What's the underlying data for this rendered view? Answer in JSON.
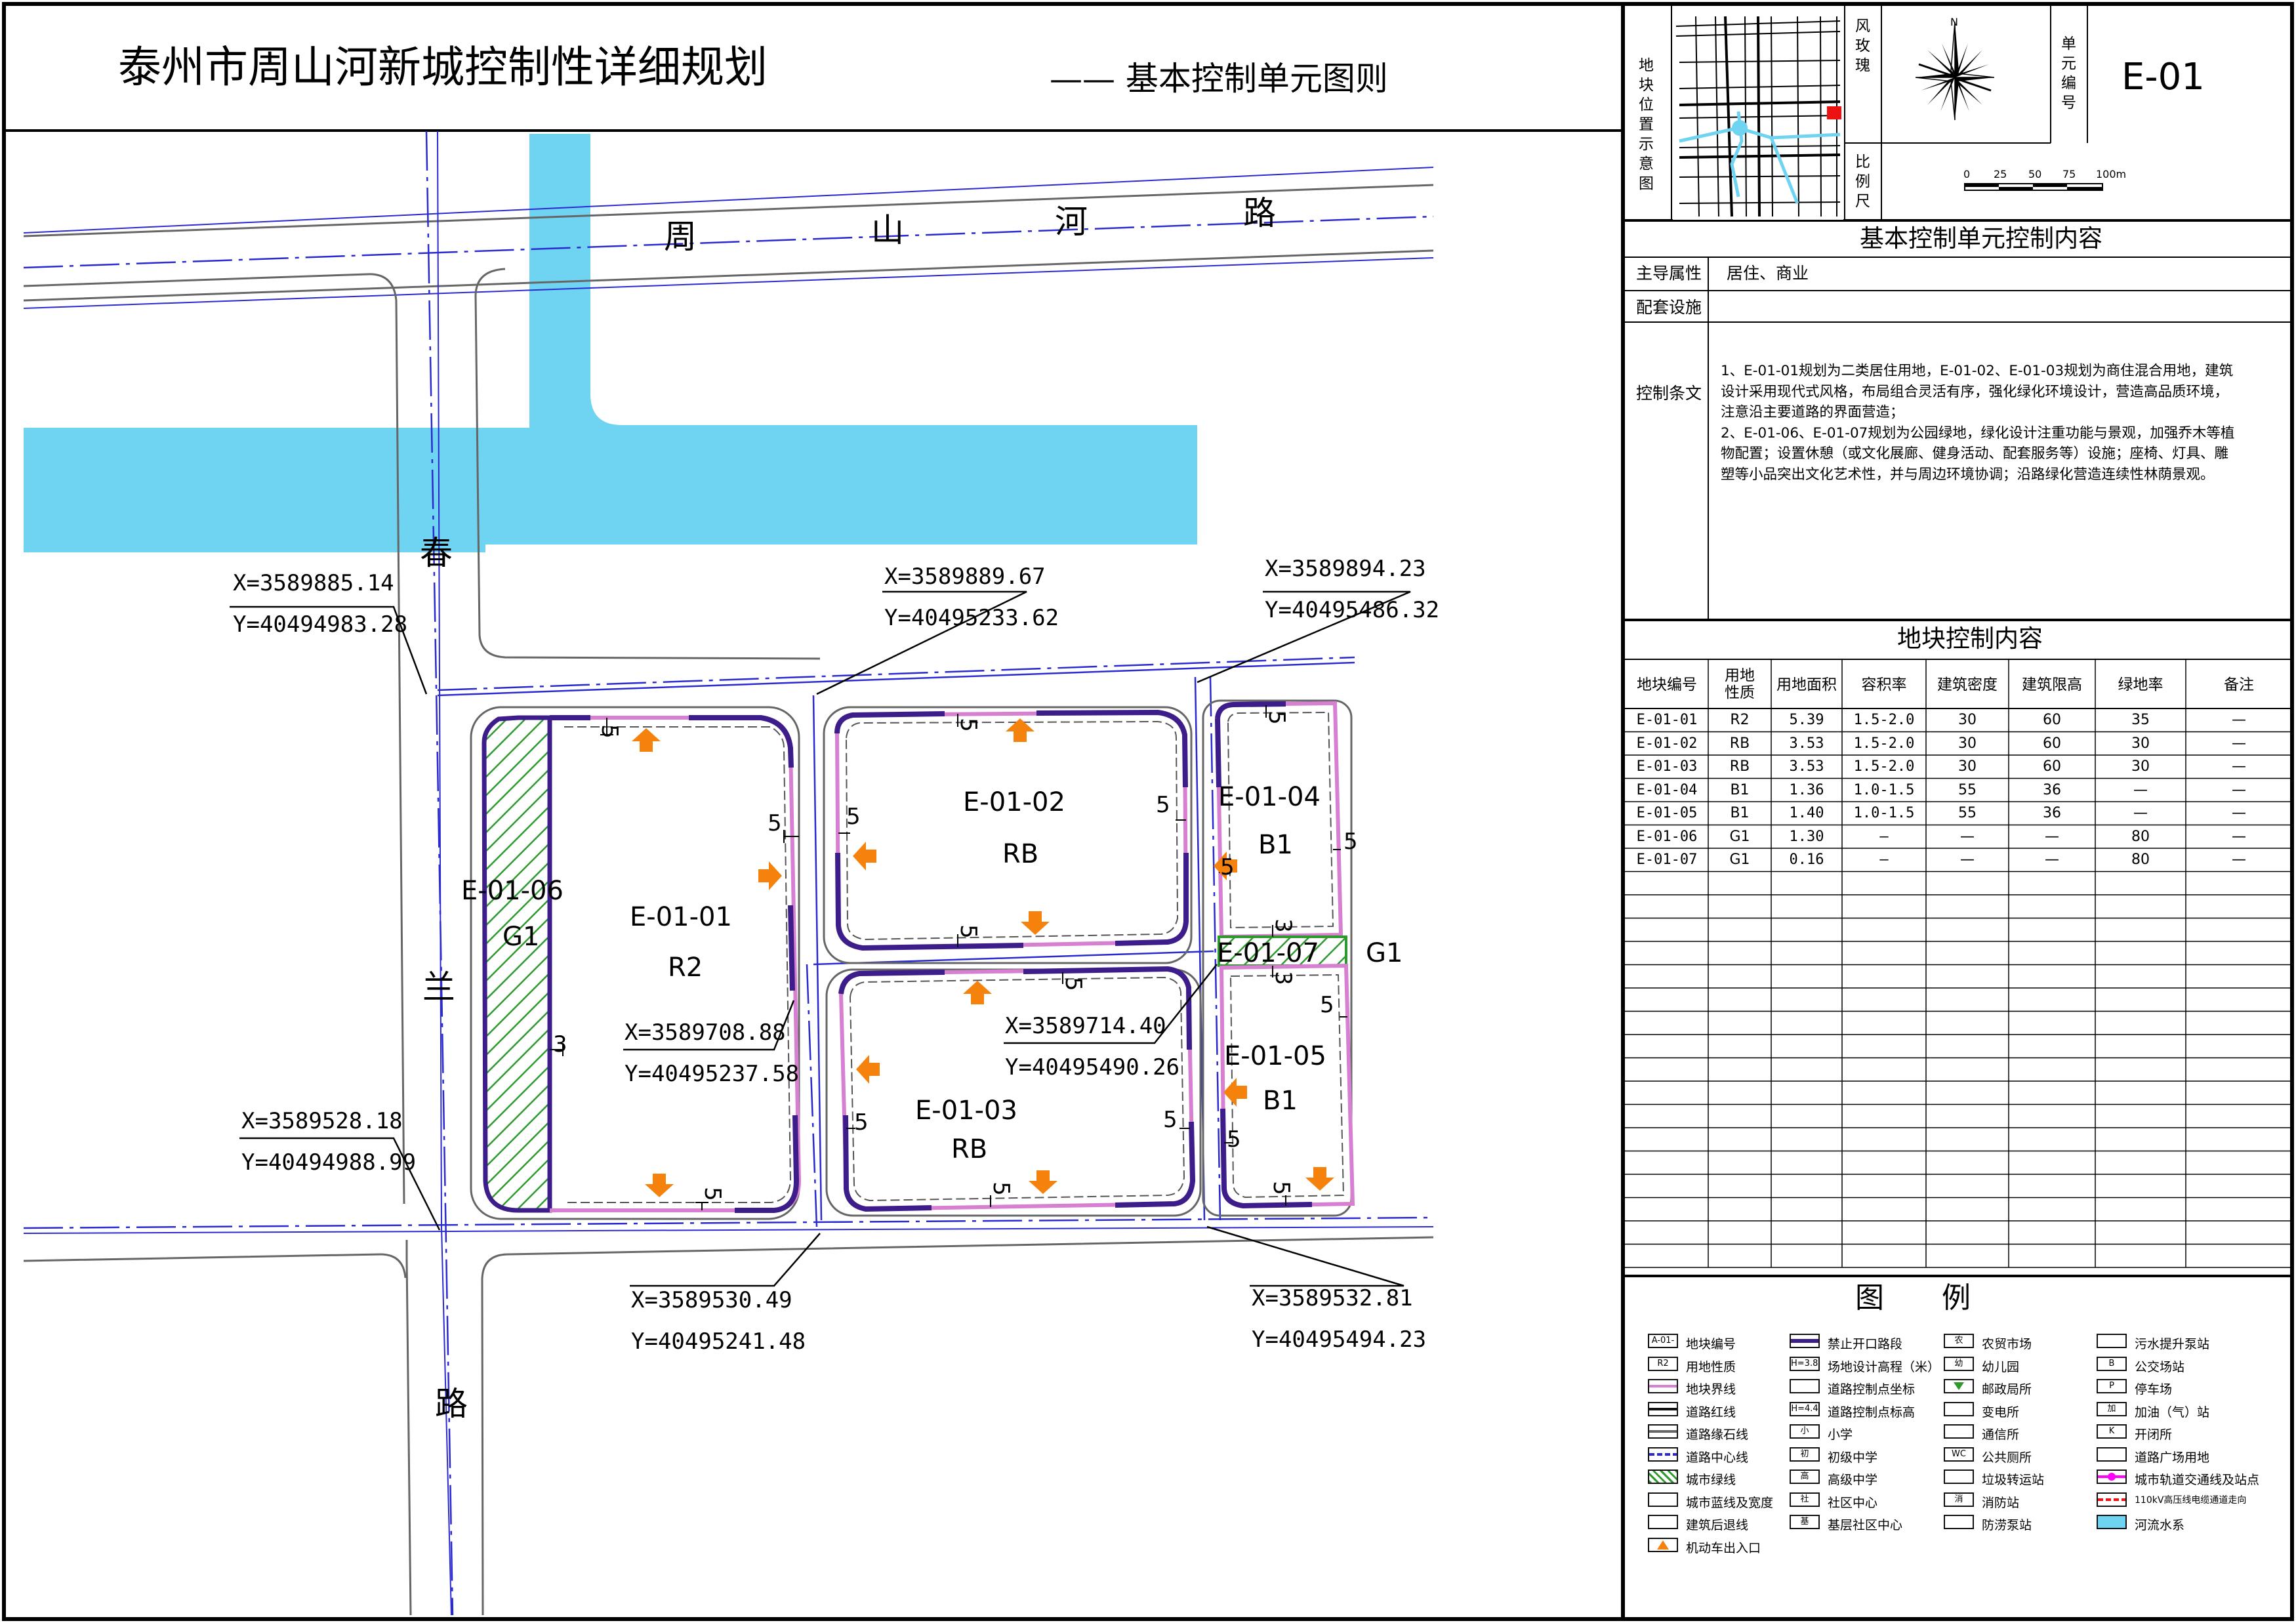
{
  "title": "泰州市周山河新城控制性详细规划",
  "subtitle": "—— 基本控制单元图则",
  "roads": {
    "zhoushanhe": [
      "周",
      "山",
      "河",
      "路"
    ],
    "chunlan": [
      "春",
      "兰",
      "路"
    ]
  },
  "coordinates": [
    {
      "x": "X=3589885.14",
      "y": "Y=40494983.28"
    },
    {
      "x": "X=3589889.67",
      "y": "Y=40495233.62"
    },
    {
      "x": "X=3589894.23",
      "y": "Y=40495486.32"
    },
    {
      "x": "X=3589708.88",
      "y": "Y=40495237.58"
    },
    {
      "x": "X=3589714.40",
      "y": "Y=40495490.26"
    },
    {
      "x": "X=3589528.18",
      "y": "Y=40494988.99"
    },
    {
      "x": "X=3589530.49",
      "y": "Y=40495241.48"
    },
    {
      "x": "X=3589532.81",
      "y": "Y=40495494.23"
    }
  ],
  "parcels": [
    {
      "id": "E-01-01",
      "use": "R2"
    },
    {
      "id": "E-01-02",
      "use": "RB"
    },
    {
      "id": "E-01-03",
      "use": "RB"
    },
    {
      "id": "E-01-04",
      "use": "B1"
    },
    {
      "id": "E-01-05",
      "use": "B1"
    },
    {
      "id": "E-01-06",
      "use": "G1"
    },
    {
      "id": "E-01-07",
      "use": "G1"
    }
  ],
  "setbacks": {
    "five": "5",
    "three": "3"
  },
  "panel": {
    "location_label": "地块位置示意图",
    "rose_label": "风玫瑰",
    "scale_label": "比例尺",
    "unit_label": "单元编号",
    "unit_id": "E-01",
    "north": "N",
    "scale_ticks": [
      "0",
      "25",
      "50",
      "75",
      "100m"
    ],
    "unit_control_title": "基本控制单元控制内容",
    "main_attr_label": "主导属性",
    "main_attr_value": "居住、商业",
    "facilities_label": "配套设施",
    "facilities_value": "",
    "clause_label": "控制条文",
    "clauses": [
      "1、E-01-01规划为二类居住用地，E-01-02、E-01-03规划为商住混合用地，建筑设计采用现代式风格，布局组合灵活有序，强化绿化环境设计，营造高品质环境，注意沿主要道路的界面营造；",
      "2、E-01-06、E-01-07规划为公园绿地，绿化设计注重功能与景观，加强乔木等植物配置；设置休憩（或文化展廊、健身活动、配套服务等）设施；座椅、灯具、雕塑等小品突出文化艺术性，并与周边环境协调；沿路绿化营造连续性林荫景观。"
    ],
    "parcel_control_title": "地块控制内容",
    "table_headers": [
      "地块编号",
      "用地性质",
      "用地面积",
      "容积率",
      "建筑密度",
      "建筑限高",
      "绿地率",
      "备注"
    ],
    "table_rows": [
      [
        "E-01-01",
        "R2",
        "5.39",
        "1.5-2.0",
        "30",
        "60",
        "35",
        "—"
      ],
      [
        "E-01-02",
        "RB",
        "3.53",
        "1.5-2.0",
        "30",
        "60",
        "30",
        "—"
      ],
      [
        "E-01-03",
        "RB",
        "3.53",
        "1.5-2.0",
        "30",
        "60",
        "30",
        "—"
      ],
      [
        "E-01-04",
        "B1",
        "1.36",
        "1.0-1.5",
        "55",
        "36",
        "—",
        "—"
      ],
      [
        "E-01-05",
        "B1",
        "1.40",
        "1.0-1.5",
        "55",
        "36",
        "—",
        "—"
      ],
      [
        "E-01-06",
        "G1",
        "1.30",
        "—",
        "—",
        "—",
        "80",
        "—"
      ],
      [
        "E-01-07",
        "G1",
        "0.16",
        "—",
        "—",
        "—",
        "80",
        "—"
      ]
    ],
    "legend_title": "图　　例",
    "legend": {
      "col1": [
        {
          "sym": "A-01-01",
          "text": "地块编号"
        },
        {
          "sym": "R2",
          "text": "用地性质"
        },
        {
          "sym": "",
          "text": "地块界线"
        },
        {
          "sym": "",
          "text": "道路红线"
        },
        {
          "sym": "",
          "text": "道路缘石线"
        },
        {
          "sym": "",
          "text": "道路中心线"
        },
        {
          "sym": "",
          "text": "城市绿线"
        },
        {
          "sym": "",
          "text": "城市蓝线及宽度"
        },
        {
          "sym": "",
          "text": "建筑后退线"
        },
        {
          "sym": "",
          "text": "机动车出入口"
        }
      ],
      "col2": [
        {
          "sym": "",
          "text": "禁止开口路段"
        },
        {
          "sym": "H=3.80",
          "text": "场地设计高程（米）"
        },
        {
          "sym": "",
          "text": "道路控制点坐标"
        },
        {
          "sym": "H=4.4",
          "text": "道路控制点标高"
        },
        {
          "sym": "小",
          "text": "小学"
        },
        {
          "sym": "初",
          "text": "初级中学"
        },
        {
          "sym": "高",
          "text": "高级中学"
        },
        {
          "sym": "社",
          "text": "社区中心"
        },
        {
          "sym": "基",
          "text": "基层社区中心"
        }
      ],
      "col3": [
        {
          "sym": "农",
          "text": "农贸市场"
        },
        {
          "sym": "幼",
          "text": "幼儿园"
        },
        {
          "sym": "",
          "text": "邮政局所"
        },
        {
          "sym": "",
          "text": "变电所"
        },
        {
          "sym": "",
          "text": "通信所"
        },
        {
          "sym": "WC",
          "text": "公共厕所"
        },
        {
          "sym": "",
          "text": "垃圾转运站"
        },
        {
          "sym": "消",
          "text": "消防站"
        },
        {
          "sym": "",
          "text": "防涝泵站"
        }
      ],
      "col4": [
        {
          "sym": "",
          "text": "污水提升泵站"
        },
        {
          "sym": "B",
          "text": "公交场站"
        },
        {
          "sym": "P",
          "text": "停车场"
        },
        {
          "sym": "加",
          "text": "加油（气）站"
        },
        {
          "sym": "K",
          "text": "开闭所"
        },
        {
          "sym": "",
          "text": "道路广场用地"
        },
        {
          "sym": "",
          "text": "城市轨道交通线及站点"
        },
        {
          "sym": "",
          "text": "110kV高压线电缆通道走向"
        },
        {
          "sym": "",
          "text": "河流水系"
        }
      ]
    }
  },
  "colors": {
    "water": "#6fd3f2",
    "parcel_boundary": "#d77fd0",
    "no_opening": "#3d1d8a",
    "green": "#2e9a2e",
    "arrow": "#f5820d",
    "red_line": "#2a2ad0",
    "road_edge": "#666666"
  }
}
